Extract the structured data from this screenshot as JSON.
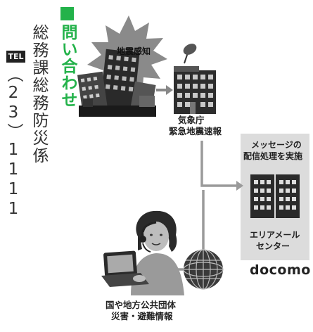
{
  "contact": {
    "heading": "問い合わせ",
    "department": "総務課総務防災係",
    "tel_badge": "TEL",
    "phone": "（23）1111"
  },
  "diagram": {
    "earthquake_detection": "地震感知",
    "jma_name": "気象庁",
    "jma_alert": "緊急地震速報",
    "center_process_line1": "メッセージの",
    "center_process_line2": "配信処理を実施",
    "center_name_line1": "エリアメール",
    "center_name_line2": "センター",
    "carrier_logo": "docomo",
    "gov_line1": "国や地方公共団体",
    "gov_line2": "災害・避難情報"
  },
  "colors": {
    "accent": "#23b24a",
    "text": "#333333"
  }
}
